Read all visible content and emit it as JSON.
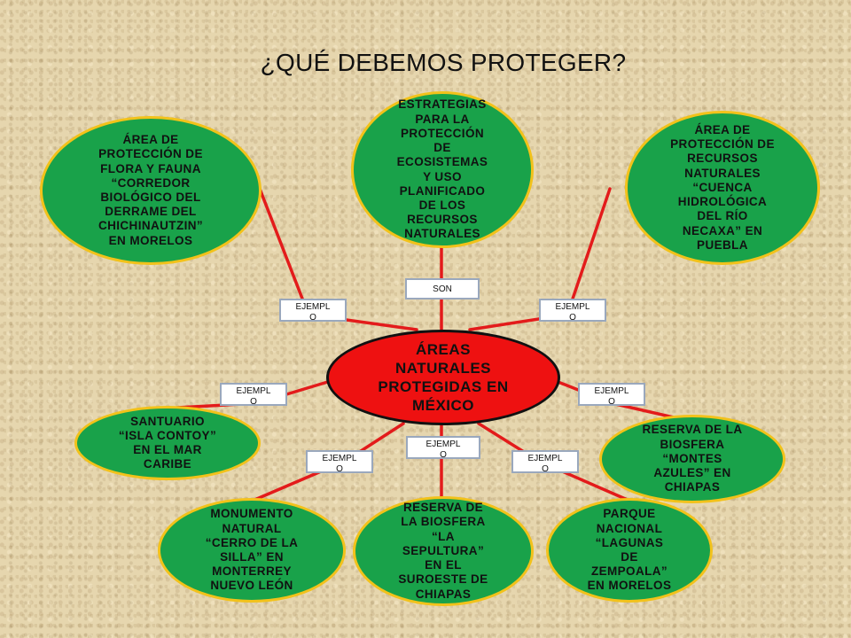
{
  "title": "¿QUÉ DEBEMOS PROTEGER?",
  "center": "ÁREAS\nNATURALES\nPROTEGIDAS EN\nMÉXICO",
  "nodes": {
    "estrategias": "ESTRATEGIAS\nPARA LA\nPROTECCIÓN\nDE\nECOSISTEMAS\nY USO\nPLANIFICADO\nDE LOS\nRECURSOS\nNATURALES",
    "chichinautzin": "ÁREA DE\nPROTECCIÓN DE\nFLORA Y FAUNA\n“CORREDOR\nBIOLÓGICO DEL\nDERRAME DEL\nCHICHINAUTZIN”\nEN MORELOS",
    "necaxa": "ÁREA DE\nPROTECCIÓN DE\nRECURSOS\nNATURALES\n“CUENCA\nHIDROLÓGICA\nDEL RÍO\nNECAXA” EN\nPUEBLA",
    "contoy": "SANTUARIO\n“ISLA CONTOY”\nEN EL MAR\nCARIBE",
    "montes_azules": "RESERVA DE LA\nBIOSFERA\n“MONTES\nAZULES” EN\nCHIAPAS",
    "cerro_silla": "MONUMENTO\nNATURAL\n“CERRO DE LA\nSILLA” EN\nMONTERREY\nNUEVO LEÓN",
    "sepultura": "RESERVA DE\nLA BIOSFERA\n“LA\nSEPULTURA”\nEN EL\nSUROESTE DE\nCHIAPAS",
    "zempoala": "PARQUE\nNACIONAL\n“LAGUNAS\nDE\nZEMPOALA”\nEN MORELOS"
  },
  "labels": {
    "son": "SON",
    "ejemplo": "EJEMPL\nO"
  },
  "colors": {
    "node_fill": "#19a24a",
    "node_border": "#f2c21a",
    "center_fill": "#ee1111",
    "connector": "#e31b1b"
  }
}
